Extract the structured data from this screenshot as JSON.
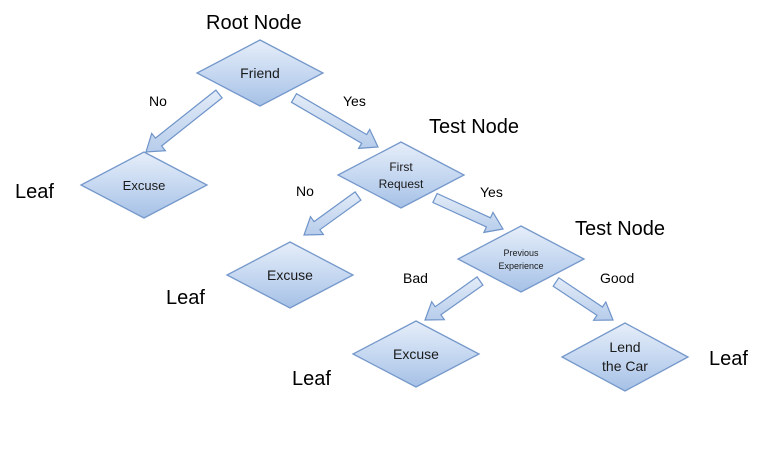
{
  "nodes": {
    "friend": "Friend",
    "first_request": [
      "First",
      "Request"
    ],
    "previous_experience": [
      "Previous",
      "Experience"
    ],
    "excuse_1": "Excuse",
    "excuse_2": "Excuse",
    "excuse_3": "Excuse",
    "lend_car": [
      "Lend",
      "the Car"
    ]
  },
  "labels": {
    "root_node": "Root Node",
    "test_node_1": "Test Node",
    "test_node_2": "Test Node",
    "leaf_1": "Leaf",
    "leaf_2": "Leaf",
    "leaf_3": "Leaf",
    "leaf_4": "Leaf"
  },
  "edges": {
    "friend_no": "No",
    "friend_yes": "Yes",
    "first_no": "No",
    "first_yes": "Yes",
    "prev_bad": "Bad",
    "prev_good": "Good"
  },
  "colors": {
    "diamond_fill_top": "#e4ecf8",
    "diamond_fill_bottom": "#a9c3e8",
    "diamond_stroke": "#6f94c9",
    "arrow_fill": "#c9daf1",
    "arrow_stroke": "#6f94c9"
  }
}
